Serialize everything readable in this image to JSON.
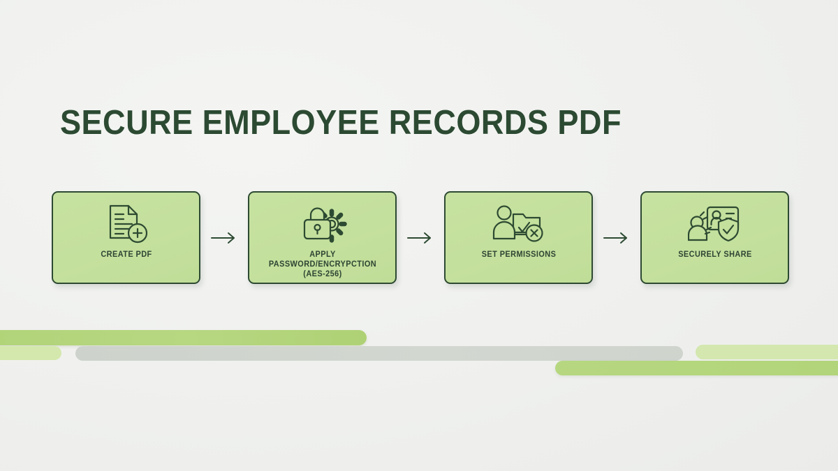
{
  "slide": {
    "title": "SECURE EMPLOYEE RECORDS PDF",
    "background_color": "#f1f2f1",
    "accent_dark_green": "#2d4a32",
    "accent_card_green": "#c4e09d",
    "accent_bar_green": "#b4d57d",
    "accent_bar_grey": "#d0d5cf"
  },
  "flow": {
    "steps": [
      {
        "id": "create-pdf",
        "label": "CREATE PDF",
        "icon": "document-add-icon"
      },
      {
        "id": "apply-password",
        "label": "APPLY PASSWORD/ENCRYPCTION",
        "label_line2": "(AES-256)",
        "icon": "lock-gear-icon"
      },
      {
        "id": "set-permissions",
        "label": "SET PERMISSIONS",
        "icon": "user-folder-permissions-icon"
      },
      {
        "id": "securely-share",
        "label": "SECURELY SHARE",
        "icon": "user-share-shield-icon"
      }
    ],
    "connector": "arrow-right-icon"
  }
}
